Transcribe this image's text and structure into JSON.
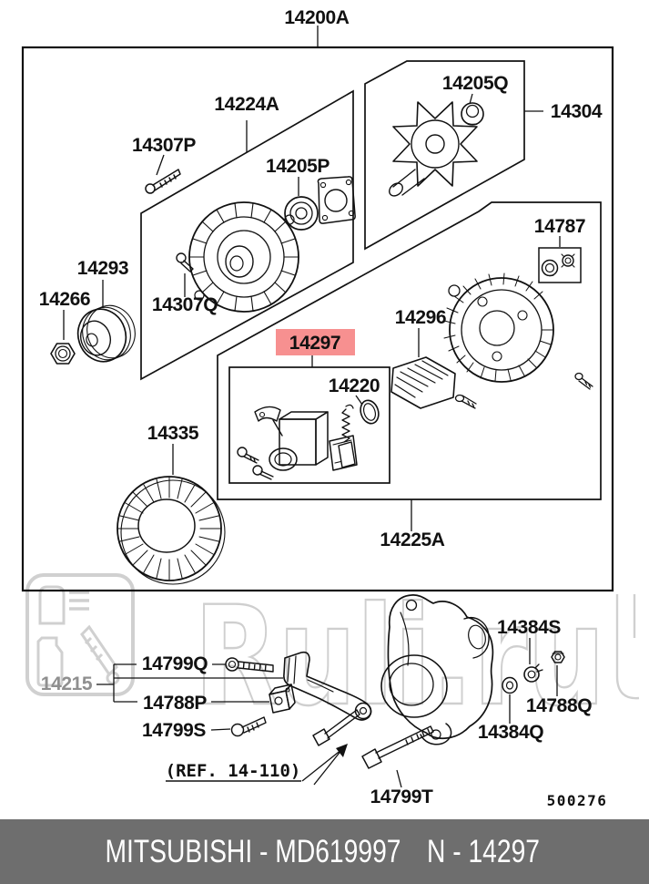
{
  "diagram": {
    "assembly_part": "14200A",
    "highlighted_part": "14297",
    "drawing_number": "500276",
    "ref_note": "(REF. 14-110)",
    "labels": {
      "l14200A": "14200A",
      "l14224A": "14224A",
      "l14307P": "14307P",
      "l14205P": "14205P",
      "l14205Q": "14205Q",
      "l14304": "14304",
      "l14787": "14787",
      "l14293": "14293",
      "l14266": "14266",
      "l14307Q": "14307Q",
      "l14296": "14296",
      "l14297": "14297",
      "l14220": "14220",
      "l14335": "14335",
      "l14225A": "14225A",
      "l14384S": "14384S",
      "l14788Q": "14788Q",
      "l14384Q": "14384Q",
      "l14799Q": "14799Q",
      "l14215": "14215",
      "l14788P": "14788P",
      "l14799S": "14799S",
      "l14799T": "14799T"
    }
  },
  "watermark": {
    "text": "Ruli.ru",
    "logo_icon": "ruli-logo-icon"
  },
  "footer": {
    "brand_code": "MITSUBISHI - MD619997",
    "part_ref": "N - 14297"
  },
  "colors": {
    "line": "#111111",
    "highlight_bg": "#F79090",
    "highlight_text": "#8C1B1B",
    "footer_bg": "#6E6E6E",
    "footer_text": "#FFFFFF",
    "watermark": "#CFCFCF"
  }
}
